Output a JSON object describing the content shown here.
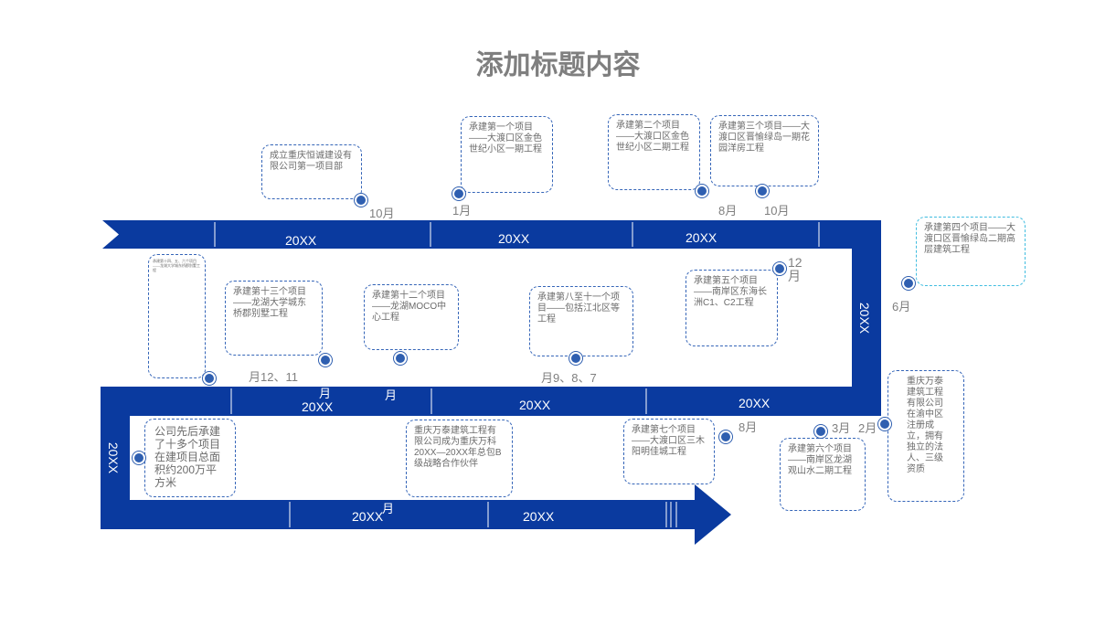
{
  "title": "添加标题内容",
  "colors": {
    "track": "#0a3a9f",
    "dot": "#2f5fb0",
    "card_border": "#3565b8",
    "cyan_border": "#41bde0",
    "text": "#6b6b6b"
  },
  "segments": {
    "r1a": "20XX",
    "r1b": "20XX",
    "r1c": "20XX",
    "r2a": "20XX",
    "r2b": "20XX",
    "r2c": "20XX",
    "r3a": "20XX",
    "r3b": "20XX",
    "vright": "20XX",
    "vleft": "20XX"
  },
  "events": [
    {
      "text": "成立重庆恒诚建设有限公司第一项目部",
      "month": "10月"
    },
    {
      "text": "承建第一个项目——大渡口区金色世纪小区一期工程",
      "month": "1月"
    },
    {
      "text": "承建第二个项目——大渡口区金色世纪小区二期工程",
      "month": "8月"
    },
    {
      "text": "承建第三个项目——大渡口区晋愉绿岛一期花园洋房工程",
      "month": "10月"
    },
    {
      "text": "承建第四个项目——大渡口区晋愉绿岛二期高层建筑工程",
      "month": "6月"
    },
    {
      "text": "承建第五个项目——南岸区东海长洲C1、C2工程",
      "month": "12月"
    },
    {
      "text": "承建第八至十一个项目——包括江北区等工程",
      "month": "月9、8、7"
    },
    {
      "text": "承建第十二个项目——龙湖MOCO中心工程",
      "month": "月"
    },
    {
      "text": "承建第十三个项目——龙湖大学城东桥郡别墅工程",
      "month": "月12、11"
    },
    {
      "text": "承建第十四、五、六个项目——龙湖大学城东桥郡别墅工程",
      "month": "月"
    },
    {
      "text": "重庆万泰建筑工程有限公司在渝中区注册成立，拥有独立的法人、三级资质",
      "month": "2月"
    },
    {
      "text": "承建第六个项目——南岸区龙湖观山水二期工程",
      "month": "3月"
    },
    {
      "text": "承建第七个项目——大渡口区三木阳明佳城工程",
      "month": "8月"
    },
    {
      "text": "重庆万泰建筑工程有限公司成为重庆万科20XX—20XX年总包B级战略合作伙伴",
      "month": "月"
    },
    {
      "text": "公司先后承建了十多个项目在建项目总面积约200万平方米",
      "month": ""
    }
  ]
}
